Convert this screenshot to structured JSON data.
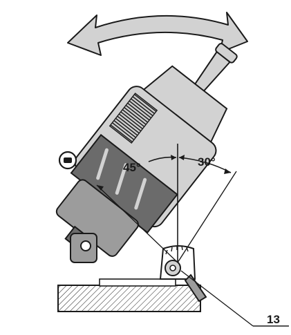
{
  "diagram": {
    "labels": {
      "angle_left": "45°",
      "angle_right": "30°",
      "callout": "13"
    },
    "colors": {
      "line": "#1a1a1a",
      "fill_dark": "#6b6b6b",
      "fill_mid": "#9c9c9c",
      "fill_light": "#d2d2d2",
      "background": "#ffffff"
    },
    "icons": [
      "double-arrow-icon",
      "lock-knob-icon",
      "scale-icon"
    ]
  }
}
